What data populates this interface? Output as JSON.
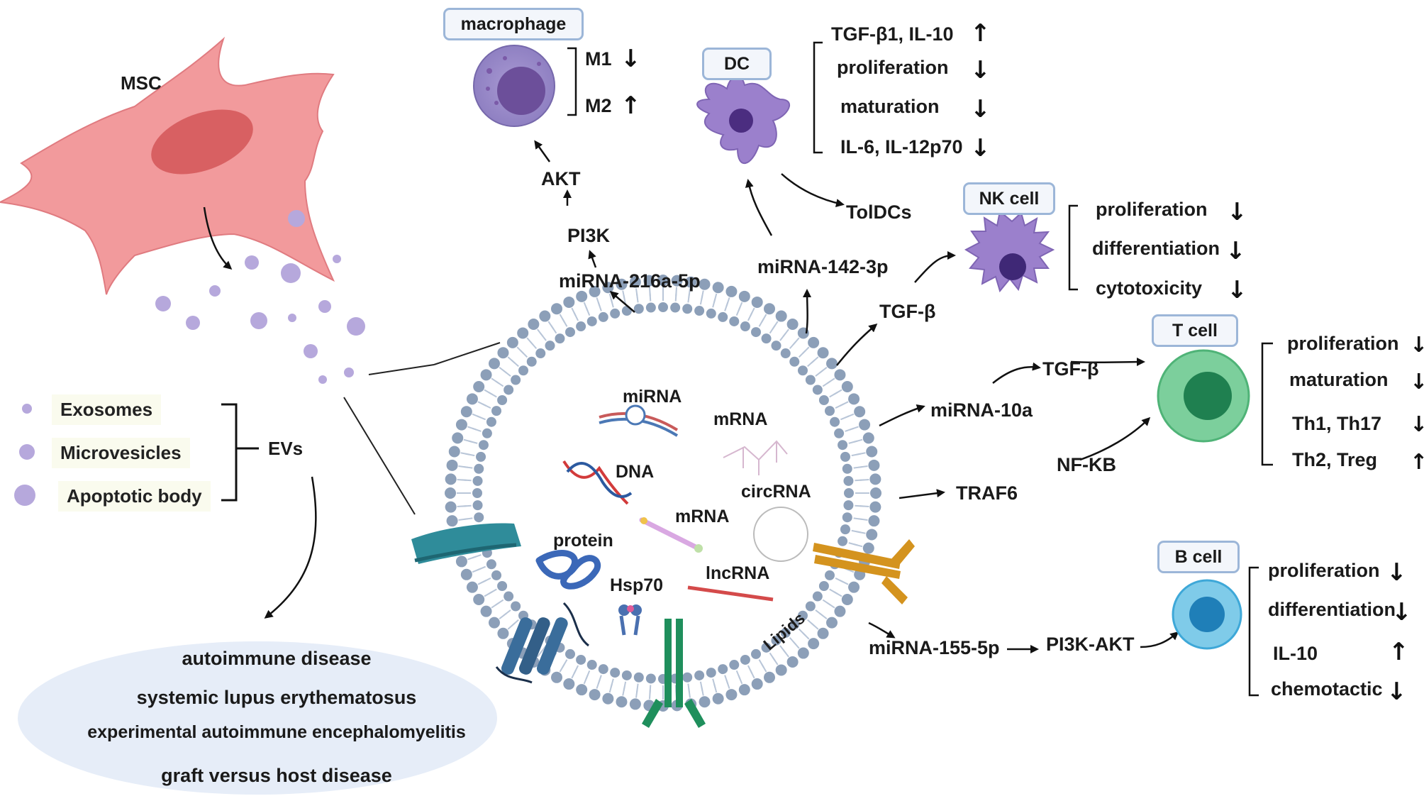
{
  "source": {
    "msc_label": "MSC"
  },
  "legend": {
    "exosomes": "Exosomes",
    "microvesicles": "Microvesicles",
    "apoptotic_body": "Apoptotic  body",
    "group_label": "EVs"
  },
  "diseases": {
    "items": [
      "autoimmune disease",
      "systemic lupus erythematosus",
      "experimental autoimmune encephalomyelitis",
      "graft versus host disease"
    ]
  },
  "vesicle": {
    "cargo": {
      "mirna": "miRNA",
      "mrna_top": "mRNA",
      "dna": "DNA",
      "circrna": "circRNA",
      "mrna_mid": "mRNA",
      "protein": "protein",
      "lncrna": "lncRNA",
      "hsp70": "Hsp70",
      "lipids": "Lipids"
    }
  },
  "pathways": {
    "mirna_216a": "miRNA-216a-5p",
    "pi3k": "PI3K",
    "akt": "AKT",
    "mirna_142": "miRNA-142-3p",
    "toldcs": "TolDCs",
    "tgfb_nk": "TGF-β",
    "mirna_10a": "miRNA-10a",
    "tgfb_t": "TGF-β",
    "traf6": "TRAF6",
    "nfkb": "NF-KB",
    "mirna_155": "miRNA-155-5p",
    "pi3k_akt": "PI3K-AKT"
  },
  "cells": {
    "macrophage": {
      "title": "macrophage",
      "effects": [
        {
          "label": "M1",
          "direction": "↓"
        },
        {
          "label": "M2",
          "direction": "↑"
        }
      ]
    },
    "dc": {
      "title": "DC",
      "effects": [
        {
          "label": "TGF-β1, IL-10",
          "direction": "↑"
        },
        {
          "label": "proliferation",
          "direction": "↓"
        },
        {
          "label": "maturation",
          "direction": "↓"
        },
        {
          "label": "IL-6, IL-12p70",
          "direction": "↓"
        }
      ]
    },
    "nk": {
      "title": "NK cell",
      "effects": [
        {
          "label": "proliferation",
          "direction": "↓"
        },
        {
          "label": "differentiation",
          "direction": "↓"
        },
        {
          "label": "cytotoxicity",
          "direction": "↓"
        }
      ]
    },
    "tcell": {
      "title": "T cell",
      "effects": [
        {
          "label": "proliferation",
          "direction": "↓"
        },
        {
          "label": "maturation",
          "direction": "↓"
        },
        {
          "label": "Th1, Th17",
          "direction": "↓"
        },
        {
          "label": "Th2, Treg",
          "direction": "↑"
        }
      ]
    },
    "bcell": {
      "title": "B cell",
      "effects": [
        {
          "label": "proliferation",
          "direction": "↓"
        },
        {
          "label": "differentiation",
          "direction": "↓"
        },
        {
          "label": "IL-10",
          "direction": "↑"
        },
        {
          "label": "chemotactic",
          "direction": "↓"
        }
      ]
    }
  },
  "colors": {
    "msc_body": "#f09a9c",
    "msc_nucleus": "#d9605f",
    "ev_purple": "#b6a8dc",
    "membrane": "#8c9fb8",
    "macrophage": "#8d7fc0",
    "dc_nk": "#9b80cc",
    "tcell": "#4fb377",
    "bcell": "#3ea8d8",
    "box_border": "#9cb6d8",
    "disease_bg": "#e8eef8"
  }
}
